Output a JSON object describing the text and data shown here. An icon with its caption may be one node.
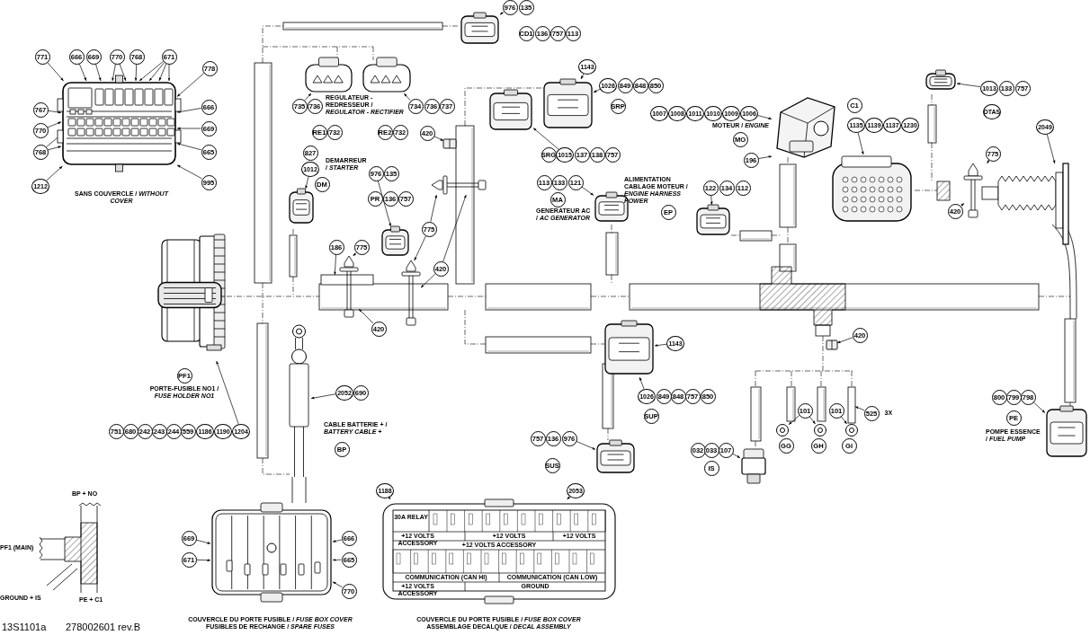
{
  "diagram": {
    "nodes": [
      {
        "text": [],
        "shape": "picture"
      },
      {
        "text": [
          "771"
        ]
      },
      {
        "text": [
          "666"
        ]
      },
      {
        "text": [
          "669"
        ]
      },
      {
        "text": [
          "770"
        ]
      },
      {
        "text": [
          "768"
        ]
      },
      {
        "text": [
          "671"
        ]
      },
      {
        "text": [
          "778"
        ]
      },
      {
        "text": [
          "767"
        ]
      },
      {
        "text": [
          "666"
        ]
      },
      {
        "text": [
          "770"
        ]
      },
      {
        "text": [
          "669"
        ]
      },
      {
        "text": [
          "768"
        ]
      },
      {
        "text": [
          "665"
        ]
      },
      {
        "text": [
          "1212"
        ]
      },
      {
        "text": [
          "995"
        ]
      },
      {
        "text": [],
        "shape": "picture"
      },
      {
        "text": [
          "976"
        ]
      },
      {
        "text": [
          "135"
        ]
      },
      {
        "text": [
          "CD1"
        ]
      },
      {
        "text": [
          "136"
        ]
      },
      {
        "text": [
          "757"
        ]
      },
      {
        "text": [
          "113"
        ]
      },
      {
        "text": [],
        "shape": "picture"
      },
      {
        "text": [],
        "shape": "picture"
      },
      {
        "text": [
          "735"
        ]
      },
      {
        "text": [
          "736"
        ]
      },
      {
        "text": [
          "734"
        ]
      },
      {
        "text": [
          "736"
        ]
      },
      {
        "text": [
          "737"
        ]
      },
      {
        "text": [
          "RE1"
        ]
      },
      {
        "text": [
          "732"
        ]
      },
      {
        "text": [
          "RE2"
        ]
      },
      {
        "text": [
          "732"
        ]
      },
      {
        "text": [],
        "shape": "picture"
      },
      {
        "text": [
          "420"
        ]
      },
      {
        "text": [],
        "shape": "picture"
      },
      {
        "text": [],
        "shape": "picture"
      },
      {
        "text": [
          "1143"
        ]
      },
      {
        "text": [
          "1026"
        ]
      },
      {
        "text": [
          "849"
        ]
      },
      {
        "text": [
          "848"
        ]
      },
      {
        "text": [
          "850"
        ]
      },
      {
        "text": [
          "SRP"
        ]
      },
      {
        "text": [
          "SRG"
        ]
      },
      {
        "text": [
          "1015"
        ]
      },
      {
        "text": [
          "137"
        ]
      },
      {
        "text": [
          "138"
        ]
      },
      {
        "text": [
          "757"
        ]
      },
      {
        "text": [
          "827"
        ]
      },
      {
        "text": [
          "1012"
        ]
      },
      {
        "text": [
          "DM"
        ]
      },
      {
        "text": [],
        "shape": "picture"
      },
      {
        "text": [
          "976"
        ]
      },
      {
        "text": [
          "135"
        ]
      },
      {
        "text": [
          "PR"
        ]
      },
      {
        "text": [
          "136"
        ]
      },
      {
        "text": [
          "757"
        ]
      },
      {
        "text": [],
        "shape": "picture"
      },
      {
        "text": [],
        "shape": "picture"
      },
      {
        "text": [
          "775"
        ]
      },
      {
        "text": [
          "420"
        ]
      },
      {
        "text": [
          "113"
        ]
      },
      {
        "text": [
          "133"
        ]
      },
      {
        "text": [
          "121"
        ]
      },
      {
        "text": [
          "MA"
        ]
      },
      {
        "text": [],
        "shape": "picture"
      },
      {
        "text": [
          "1007"
        ]
      },
      {
        "text": [
          "1008"
        ]
      },
      {
        "text": [
          "1011"
        ]
      },
      {
        "text": [
          "1010"
        ]
      },
      {
        "text": [
          "1009"
        ]
      },
      {
        "text": [
          "1006"
        ]
      },
      {
        "text": [
          "MO"
        ]
      },
      {
        "text": [],
        "shape": "picture"
      },
      {
        "text": [
          "196"
        ]
      },
      {
        "text": [
          "C1"
        ]
      },
      {
        "text": [
          "1135"
        ]
      },
      {
        "text": [
          "1139"
        ]
      },
      {
        "text": [
          "1137"
        ]
      },
      {
        "text": [
          "1230"
        ]
      },
      {
        "text": [],
        "shape": "picture"
      },
      {
        "text": [],
        "shape": "picture"
      },
      {
        "text": [
          "1013"
        ]
      },
      {
        "text": [
          "133"
        ]
      },
      {
        "text": [
          "757"
        ]
      },
      {
        "text": [
          "DTAS"
        ]
      },
      {
        "text": [
          "2049"
        ]
      },
      {
        "text": [
          "775"
        ]
      },
      {
        "text": [],
        "shape": "picture"
      },
      {
        "text": [
          "420"
        ]
      },
      {
        "text": [
          "122"
        ]
      },
      {
        "text": [
          "134"
        ]
      },
      {
        "text": [
          "112"
        ]
      },
      {
        "text": [
          "EP"
        ]
      },
      {
        "text": [],
        "shape": "picture"
      },
      {
        "text": [],
        "shape": "picture"
      },
      {
        "text": [
          "PF1"
        ]
      },
      {
        "text": [
          "751"
        ]
      },
      {
        "text": [
          "680"
        ]
      },
      {
        "text": [
          "242"
        ]
      },
      {
        "text": [
          "243"
        ]
      },
      {
        "text": [
          "244"
        ]
      },
      {
        "text": [
          "559"
        ]
      },
      {
        "text": [
          "1186"
        ]
      },
      {
        "text": [
          "1190"
        ]
      },
      {
        "text": [
          "1204"
        ]
      },
      {
        "text": [
          "186"
        ]
      },
      {
        "text": [
          "775"
        ]
      },
      {
        "text": [],
        "shape": "box"
      },
      {
        "text": [],
        "shape": "picture"
      },
      {
        "text": [],
        "shape": "picture"
      },
      {
        "text": [
          "420"
        ]
      },
      {
        "text": [],
        "shape": "picture"
      },
      {
        "text": [
          "2052"
        ]
      },
      {
        "text": [
          "690"
        ]
      },
      {
        "text": [
          "BP"
        ]
      },
      {
        "text": [
          "757"
        ]
      },
      {
        "text": [
          "136"
        ]
      },
      {
        "text": [
          "976"
        ]
      },
      {
        "text": [
          "SUS"
        ]
      },
      {
        "text": [],
        "shape": "picture"
      },
      {
        "text": [],
        "shape": "picture"
      },
      {
        "text": [
          "1143"
        ]
      },
      {
        "text": [
          "1026"
        ]
      },
      {
        "text": [
          "849"
        ]
      },
      {
        "text": [
          "848"
        ]
      },
      {
        "text": [
          "757"
        ]
      },
      {
        "text": [
          "850"
        ]
      },
      {
        "text": [
          "SUP"
        ]
      },
      {
        "text": [
          "420"
        ]
      },
      {
        "text": [],
        "shape": "picture"
      },
      {
        "text": [],
        "shape": "picture"
      },
      {
        "text": [],
        "shape": "picture"
      },
      {
        "text": [],
        "shape": "picture"
      },
      {
        "text": [
          "101"
        ]
      },
      {
        "text": [
          "101"
        ]
      },
      {
        "text": [
          "525"
        ],
        "beside": [
          "3X"
        ]
      },
      {
        "text": [],
        "shape": "box"
      },
      {
        "text": [
          "GG"
        ]
      },
      {
        "text": [
          "GH"
        ]
      },
      {
        "text": [
          "GI"
        ]
      },
      {
        "text": [
          "032"
        ]
      },
      {
        "text": [
          "033"
        ]
      },
      {
        "text": [
          "107"
        ]
      },
      {
        "text": [
          "IS"
        ]
      },
      {
        "text": [],
        "shape": "picture"
      },
      {
        "text": [
          "800"
        ]
      },
      {
        "text": [
          "799"
        ]
      },
      {
        "text": [
          "798"
        ]
      },
      {
        "text": [
          "PE"
        ]
      },
      {
        "text": [],
        "shape": "picture"
      },
      {
        "text": [],
        "shape": "picture"
      },
      {
        "text": [
          "669"
        ]
      },
      {
        "text": [
          "671"
        ]
      },
      {
        "text": [
          "666"
        ]
      },
      {
        "text": [
          "665"
        ]
      },
      {
        "text": [
          "770"
        ]
      },
      {
        "text": [],
        "shape": "picture"
      },
      {
        "text": [
          "1188"
        ]
      },
      {
        "text": [
          "2053"
        ]
      }
    ],
    "edges": [
      {
        "from": 1,
        "to": 0,
        "arrow": "to"
      },
      {
        "from": 2,
        "to": 0,
        "arrow": "to"
      },
      {
        "from": 3,
        "to": 0,
        "arrow": "to"
      },
      {
        "from": 4,
        "to": 0,
        "arrow": "to"
      },
      {
        "from": 4,
        "to": 0,
        "arrow": "to"
      },
      {
        "from": 5,
        "to": 0,
        "arrow": "to"
      },
      {
        "from": 6,
        "to": 0,
        "arrow": "to"
      },
      {
        "from": 6,
        "to": 0,
        "arrow": "to"
      },
      {
        "from": 6,
        "to": 0,
        "arrow": "to"
      },
      {
        "from": 6,
        "to": 0,
        "arrow": "to"
      },
      {
        "from": 7,
        "to": 0,
        "arrow": "to"
      },
      {
        "from": 8,
        "to": 0,
        "arrow": "to"
      },
      {
        "from": 9,
        "to": 0,
        "arrow": "to"
      },
      {
        "from": 10,
        "to": 0,
        "arrow": "to"
      },
      {
        "from": 11,
        "to": 0,
        "arrow": "to"
      },
      {
        "from": 12,
        "to": 0,
        "arrow": "to"
      },
      {
        "from": 12,
        "to": 0,
        "arrow": "to"
      },
      {
        "from": 13,
        "to": 0,
        "arrow": "to"
      },
      {
        "from": 14,
        "to": 0,
        "arrow": "to"
      },
      {
        "from": 15,
        "to": 0,
        "arrow": "to"
      },
      {
        "from": 17,
        "to": 16,
        "arrow": "to"
      },
      {
        "from": 25,
        "to": 23,
        "arrow": "to"
      },
      {
        "from": 27,
        "to": 24,
        "arrow": "to"
      },
      {
        "from": 35,
        "to": 34,
        "arrow": "to"
      },
      {
        "from": 38,
        "to": 37,
        "arrow": "to"
      },
      {
        "from": 39,
        "to": 37,
        "arrow": "to"
      },
      {
        "from": 45,
        "to": 36,
        "arrow": "to"
      },
      {
        "from": 50,
        "to": 52,
        "arrow": "to"
      },
      {
        "from": 53,
        "to": 58,
        "arrow": "to"
      },
      {
        "from": 60,
        "to": 59,
        "arrow": "to"
      },
      {
        "from": 60,
        "to": 111,
        "arrow": "to"
      },
      {
        "from": 61,
        "to": 59,
        "arrow": "to"
      },
      {
        "from": 61,
        "to": 111,
        "arrow": "to"
      },
      {
        "from": 64,
        "to": 66,
        "arrow": "to"
      },
      {
        "from": 72,
        "to": 74,
        "arrow": "to"
      },
      {
        "from": 75,
        "to": 74,
        "arrow": "to"
      },
      {
        "from": 77,
        "to": 81,
        "arrow": "to"
      },
      {
        "from": 83,
        "to": 82,
        "arrow": "to"
      },
      {
        "from": 87,
        "to": 89,
        "arrow": "to"
      },
      {
        "from": 88,
        "to": 89,
        "arrow": "to"
      },
      {
        "from": 90,
        "to": 89,
        "arrow": "to"
      },
      {
        "from": 91,
        "to": 95,
        "arrow": "to"
      },
      {
        "from": 106,
        "to": 96,
        "arrow": "to"
      },
      {
        "from": 107,
        "to": 109,
        "arrow": "to"
      },
      {
        "from": 108,
        "to": 110,
        "arrow": "to"
      },
      {
        "from": 112,
        "to": 110,
        "arrow": "to"
      },
      {
        "from": 114,
        "to": 113,
        "arrow": "to"
      },
      {
        "from": 119,
        "to": 121,
        "arrow": "to"
      },
      {
        "from": 123,
        "to": 122,
        "arrow": "to"
      },
      {
        "from": 124,
        "to": 122,
        "arrow": "to"
      },
      {
        "from": 130,
        "to": 131,
        "arrow": "to"
      },
      {
        "from": 135,
        "to": 132,
        "arrow": "to"
      },
      {
        "from": 135,
        "to": 133,
        "arrow": "to"
      },
      {
        "from": 136,
        "to": 134,
        "arrow": "to"
      },
      {
        "from": 137,
        "to": 138,
        "arrow": "to"
      },
      {
        "from": 144,
        "to": 146,
        "arrow": "to"
      },
      {
        "from": 149,
        "to": 151,
        "arrow": "to"
      },
      {
        "from": 153,
        "to": 152,
        "arrow": "to"
      },
      {
        "from": 154,
        "to": 152,
        "arrow": "to"
      },
      {
        "from": 155,
        "to": 152,
        "arrow": "to"
      },
      {
        "from": 156,
        "to": 152,
        "arrow": "to"
      },
      {
        "from": 157,
        "to": 152,
        "arrow": "to"
      },
      {
        "from": 159,
        "to": 158,
        "arrow": "to"
      },
      {
        "from": 160,
        "to": 158,
        "arrow": "to"
      }
    ],
    "labels": [
      "REGULATEUR - REDRESSEUR / *REGULATOR - RECTIFIER*",
      "DEMARREUR / *STARTER*",
      "GENERATEUR AC / *AC GENERATOR*",
      "MOTEUR / *ENGINE*",
      "ALIMENTATION CABLAGE MOTEUR / *ENGINE HARNESS POWER*",
      "SANS COUVERCLE / *WITHOUT COVER*",
      "PORTE-FUSIBLE NO1 / *FUSE HOLDER NO1*",
      "CABLE BATTERIE + / *BATTERY CABLE +*",
      "POMPE ESSENCE / *FUEL PUMP*",
      "BP + NO",
      "PF1 (MAIN)",
      "GROUND + IS",
      "PE + C1",
      "30A RELAY",
      "+12 VOLTS ACCESSORY",
      "+12 VOLTS",
      "+12 VOLTS",
      "+12 VOLTS ACCESSORY",
      "COMMUNICATION (CAN HI)",
      "COMMUNICATION (CAN LOW)",
      "+12 VOLTS ACCESSORY",
      "GROUND",
      "13S1101a",
      "278002601 rev.B",
      "COUVERCLE DU PORTE FUSIBLE / *FUSE BOX COVER* FUSIBLES DE RECHANGE / *SPARE FUSES*",
      "COUVERCLE DU PORTE FUSIBLE / *FUSE BOX COVER* ASSEMBLAGE DECALQUE / *DECAL ASSEMBLY*"
    ]
  }
}
